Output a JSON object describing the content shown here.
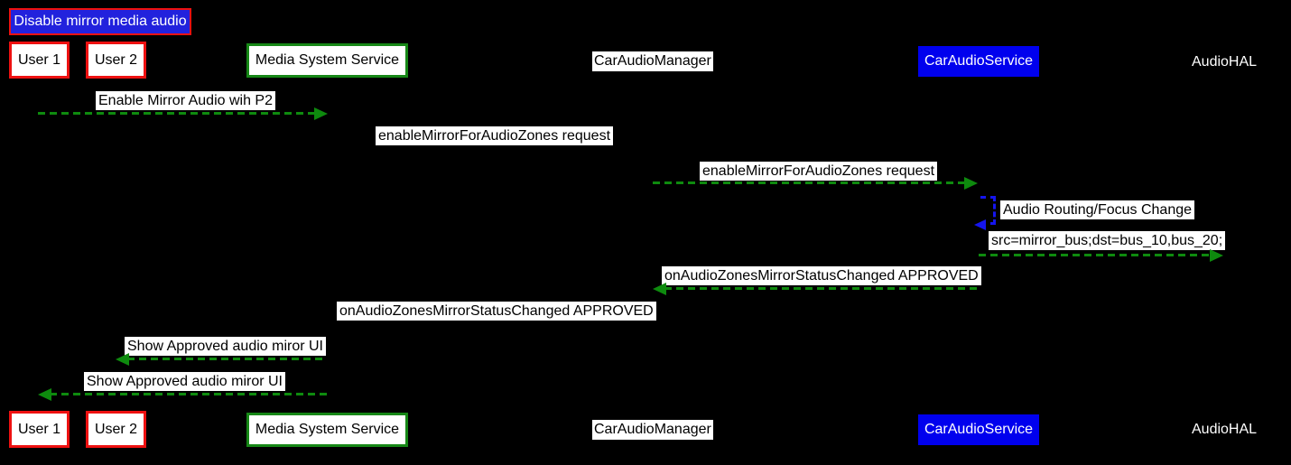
{
  "diagram": {
    "type": "sequence-diagram",
    "background_color": "#000000",
    "title": {
      "label": "Disable mirror media audio",
      "bg": "#2222dd",
      "border": "#ee1111",
      "text_color": "#ffffff"
    },
    "colors": {
      "message_arrow_green": "#0e8a0e",
      "self_arrow_blue": "#1515ee",
      "red_actor_border": "#ee1111",
      "green_actor_border": "#168716",
      "blue_actor_bg": "#0000ee",
      "label_bg": "#ffffff"
    },
    "actors": [
      {
        "id": "user1",
        "label": "User 1",
        "style": "red-box"
      },
      {
        "id": "user2",
        "label": "User 2",
        "style": "red-box"
      },
      {
        "id": "media-system-service",
        "label": "Media System Service",
        "style": "green-box"
      },
      {
        "id": "caraudiomanager",
        "label": "CarAudioManager",
        "style": "white-label"
      },
      {
        "id": "caraudioservice",
        "label": "CarAudioService",
        "style": "blue-box"
      },
      {
        "id": "audiohal",
        "label": "AudioHAL",
        "style": "plain"
      }
    ],
    "messages": [
      {
        "label": "Enable Mirror Audio wih P2",
        "from": "user1",
        "to": "media-system-service",
        "direction": "right",
        "arrow_visible": true,
        "line": "green-dashed"
      },
      {
        "label": "enableMirrorForAudioZones request",
        "from": "media-system-service",
        "to": "caraudiomanager",
        "direction": "right",
        "arrow_visible": false,
        "line": "none"
      },
      {
        "label": "enableMirrorForAudioZones request",
        "from": "caraudiomanager",
        "to": "caraudioservice",
        "direction": "right",
        "arrow_visible": true,
        "line": "green-dashed"
      },
      {
        "label": "Audio Routing/Focus Change",
        "from": "caraudioservice",
        "to": "caraudioservice",
        "direction": "self",
        "arrow_visible": true,
        "line": "blue-dashed"
      },
      {
        "label": "src=mirror_bus;dst=bus_10,bus_20;",
        "from": "caraudioservice",
        "to": "audiohal",
        "direction": "right",
        "arrow_visible": true,
        "line": "green-dashed"
      },
      {
        "label": "onAudioZonesMirrorStatusChanged APPROVED",
        "from": "caraudioservice",
        "to": "caraudiomanager",
        "direction": "left",
        "arrow_visible": true,
        "line": "green-dashed"
      },
      {
        "label": "onAudioZonesMirrorStatusChanged APPROVED",
        "from": "caraudiomanager",
        "to": "media-system-service",
        "direction": "left",
        "arrow_visible": false,
        "line": "none"
      },
      {
        "label": "Show Approved audio miror UI",
        "from": "media-system-service",
        "to": "user2",
        "direction": "left",
        "arrow_visible": true,
        "line": "green-dashed"
      },
      {
        "label": "Show Approved audio miror UI",
        "from": "media-system-service",
        "to": "user1",
        "direction": "left",
        "arrow_visible": true,
        "line": "green-dashed"
      }
    ]
  }
}
